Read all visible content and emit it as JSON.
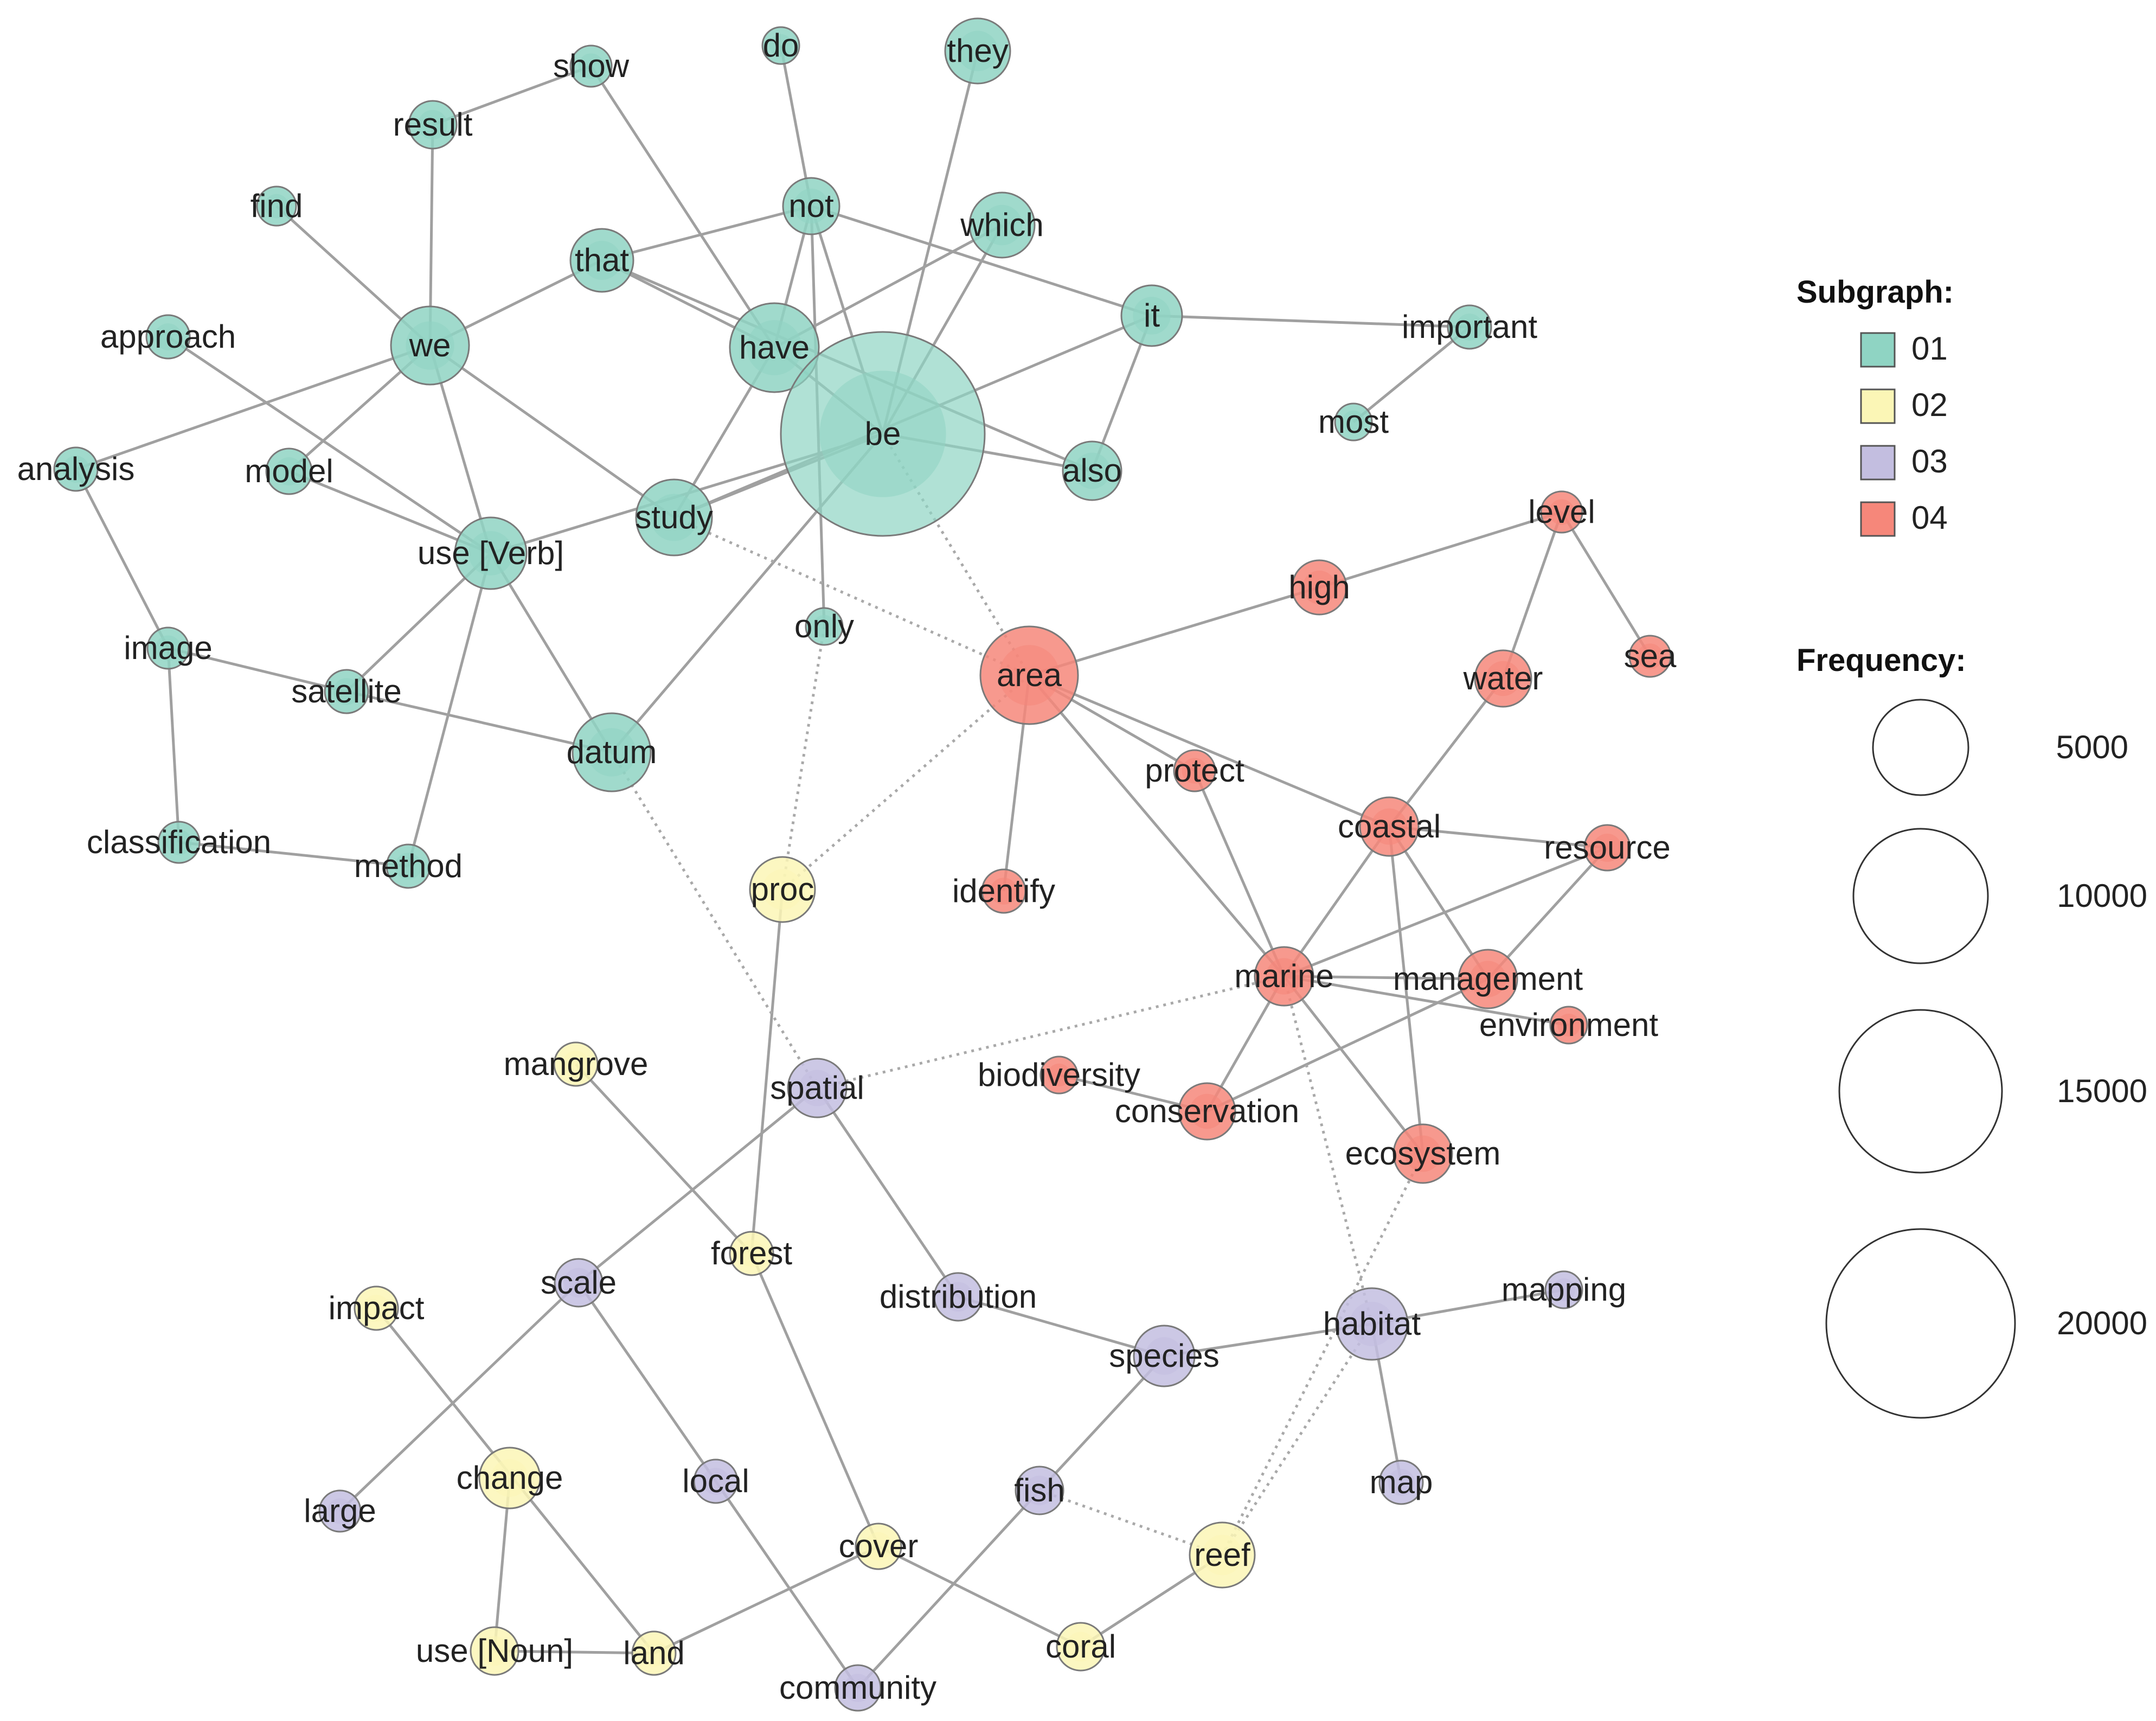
{
  "colors": {
    "01": "#8fd4c3",
    "02": "#fbf6b6",
    "03": "#c3bee0",
    "04": "#f6877a",
    "edge": "#a0a0a0",
    "edge_dotted": "#a9a9a9"
  },
  "nodes": [
    {
      "id": "do",
      "label": "do",
      "group": "01"
    },
    {
      "id": "show",
      "label": "show",
      "group": "01"
    },
    {
      "id": "they",
      "label": "they",
      "group": "01"
    },
    {
      "id": "result",
      "label": "result",
      "group": "01"
    },
    {
      "id": "find",
      "label": "find",
      "group": "01"
    },
    {
      "id": "not",
      "label": "not",
      "group": "01"
    },
    {
      "id": "which",
      "label": "which",
      "group": "01"
    },
    {
      "id": "that",
      "label": "that",
      "group": "01"
    },
    {
      "id": "it",
      "label": "it",
      "group": "01"
    },
    {
      "id": "important",
      "label": "important",
      "group": "01"
    },
    {
      "id": "approach",
      "label": "approach",
      "group": "01"
    },
    {
      "id": "we",
      "label": "we",
      "group": "01"
    },
    {
      "id": "have",
      "label": "have",
      "group": "01"
    },
    {
      "id": "most",
      "label": "most",
      "group": "01"
    },
    {
      "id": "be",
      "label": "be",
      "group": "01"
    },
    {
      "id": "analysis",
      "label": "analysis",
      "group": "01"
    },
    {
      "id": "model",
      "label": "model",
      "group": "01"
    },
    {
      "id": "also",
      "label": "also",
      "group": "01"
    },
    {
      "id": "study",
      "label": "study",
      "group": "01"
    },
    {
      "id": "useverb",
      "label": "use [Verb]",
      "group": "01"
    },
    {
      "id": "only",
      "label": "only",
      "group": "01"
    },
    {
      "id": "image",
      "label": "image",
      "group": "01"
    },
    {
      "id": "satellite",
      "label": "satellite",
      "group": "01"
    },
    {
      "id": "datum",
      "label": "datum",
      "group": "01"
    },
    {
      "id": "classification",
      "label": "classification",
      "group": "01"
    },
    {
      "id": "method",
      "label": "method",
      "group": "01"
    },
    {
      "id": "level",
      "label": "level",
      "group": "04"
    },
    {
      "id": "high",
      "label": "high",
      "group": "04"
    },
    {
      "id": "area",
      "label": "area",
      "group": "04"
    },
    {
      "id": "sea",
      "label": "sea",
      "group": "04"
    },
    {
      "id": "water",
      "label": "water",
      "group": "04"
    },
    {
      "id": "protect",
      "label": "protect",
      "group": "04"
    },
    {
      "id": "coastal",
      "label": "coastal",
      "group": "04"
    },
    {
      "id": "resource",
      "label": "resource",
      "group": "04"
    },
    {
      "id": "identify",
      "label": "identify",
      "group": "04"
    },
    {
      "id": "marine",
      "label": "marine",
      "group": "04"
    },
    {
      "id": "management",
      "label": "management",
      "group": "04"
    },
    {
      "id": "environment",
      "label": "environment",
      "group": "04"
    },
    {
      "id": "biodiversity",
      "label": "biodiversity",
      "group": "04"
    },
    {
      "id": "conservation",
      "label": "conservation",
      "group": "04"
    },
    {
      "id": "ecosystem",
      "label": "ecosystem",
      "group": "04"
    },
    {
      "id": "proc",
      "label": "proc",
      "group": "02"
    },
    {
      "id": "mangrove",
      "label": "mangrove",
      "group": "02"
    },
    {
      "id": "forest",
      "label": "forest",
      "group": "02"
    },
    {
      "id": "impact",
      "label": "impact",
      "group": "02"
    },
    {
      "id": "change",
      "label": "change",
      "group": "02"
    },
    {
      "id": "cover",
      "label": "cover",
      "group": "02"
    },
    {
      "id": "reef",
      "label": "reef",
      "group": "02"
    },
    {
      "id": "usenoun",
      "label": "use [Noun]",
      "group": "02"
    },
    {
      "id": "land",
      "label": "land",
      "group": "02"
    },
    {
      "id": "coral",
      "label": "coral",
      "group": "02"
    },
    {
      "id": "spatial",
      "label": "spatial",
      "group": "03"
    },
    {
      "id": "scale",
      "label": "scale",
      "group": "03"
    },
    {
      "id": "distribution",
      "label": "distribution",
      "group": "03"
    },
    {
      "id": "habitat",
      "label": "habitat",
      "group": "03"
    },
    {
      "id": "mapping",
      "label": "mapping",
      "group": "03"
    },
    {
      "id": "species",
      "label": "species",
      "group": "03"
    },
    {
      "id": "large",
      "label": "large",
      "group": "03"
    },
    {
      "id": "local",
      "label": "local",
      "group": "03"
    },
    {
      "id": "fish",
      "label": "fish",
      "group": "03"
    },
    {
      "id": "map",
      "label": "map",
      "group": "03"
    },
    {
      "id": "community",
      "label": "community",
      "group": "03"
    }
  ],
  "edges": [
    [
      "do",
      "not",
      false
    ],
    [
      "show",
      "result",
      false
    ],
    [
      "show",
      "have",
      false
    ],
    [
      "result",
      "we",
      false
    ],
    [
      "find",
      "we",
      false
    ],
    [
      "they",
      "be",
      false
    ],
    [
      "not",
      "that",
      false
    ],
    [
      "not",
      "have",
      false
    ],
    [
      "not",
      "it",
      false
    ],
    [
      "not",
      "be",
      false
    ],
    [
      "not",
      "only",
      false
    ],
    [
      "which",
      "have",
      false
    ],
    [
      "which",
      "be",
      false
    ],
    [
      "that",
      "we",
      false
    ],
    [
      "that",
      "have",
      false
    ],
    [
      "that",
      "also",
      false
    ],
    [
      "it",
      "important",
      false
    ],
    [
      "it",
      "also",
      false
    ],
    [
      "it",
      "study",
      false
    ],
    [
      "important",
      "most",
      false
    ],
    [
      "approach",
      "useverb",
      false
    ],
    [
      "we",
      "analysis",
      false
    ],
    [
      "we",
      "model",
      false
    ],
    [
      "we",
      "useverb",
      false
    ],
    [
      "we",
      "study",
      false
    ],
    [
      "have",
      "be",
      false
    ],
    [
      "have",
      "study",
      false
    ],
    [
      "be",
      "also",
      false
    ],
    [
      "be",
      "study",
      false
    ],
    [
      "be",
      "useverb",
      false
    ],
    [
      "be",
      "datum",
      false
    ],
    [
      "useverb",
      "model",
      false
    ],
    [
      "useverb",
      "satellite",
      false
    ],
    [
      "useverb",
      "datum",
      false
    ],
    [
      "useverb",
      "method",
      false
    ],
    [
      "analysis",
      "image",
      false
    ],
    [
      "image",
      "satellite",
      false
    ],
    [
      "image",
      "classification",
      false
    ],
    [
      "satellite",
      "datum",
      false
    ],
    [
      "classification",
      "method",
      false
    ],
    [
      "area",
      "high",
      false
    ],
    [
      "high",
      "level",
      false
    ],
    [
      "level",
      "water",
      false
    ],
    [
      "level",
      "sea",
      false
    ],
    [
      "water",
      "coastal",
      false
    ],
    [
      "area",
      "protect",
      false
    ],
    [
      "area",
      "coastal",
      false
    ],
    [
      "area",
      "identify",
      false
    ],
    [
      "area",
      "marine",
      false
    ],
    [
      "protect",
      "marine",
      false
    ],
    [
      "coastal",
      "resource",
      false
    ],
    [
      "coastal",
      "marine",
      false
    ],
    [
      "coastal",
      "management",
      false
    ],
    [
      "coastal",
      "ecosystem",
      false
    ],
    [
      "resource",
      "marine",
      false
    ],
    [
      "resource",
      "management",
      false
    ],
    [
      "marine",
      "management",
      false
    ],
    [
      "marine",
      "environment",
      false
    ],
    [
      "marine",
      "conservation",
      false
    ],
    [
      "marine",
      "ecosystem",
      false
    ],
    [
      "management",
      "conservation",
      false
    ],
    [
      "biodiversity",
      "conservation",
      false
    ],
    [
      "proc",
      "forest",
      false
    ],
    [
      "mangrove",
      "forest",
      false
    ],
    [
      "forest",
      "cover",
      false
    ],
    [
      "impact",
      "land",
      false
    ],
    [
      "change",
      "usenoun",
      false
    ],
    [
      "usenoun",
      "land",
      false
    ],
    [
      "land",
      "cover",
      false
    ],
    [
      "cover",
      "coral",
      false
    ],
    [
      "coral",
      "reef",
      false
    ],
    [
      "spatial",
      "scale",
      false
    ],
    [
      "spatial",
      "distribution",
      false
    ],
    [
      "scale",
      "large",
      false
    ],
    [
      "scale",
      "local",
      false
    ],
    [
      "local",
      "community",
      false
    ],
    [
      "distribution",
      "species",
      false
    ],
    [
      "species",
      "habitat",
      false
    ],
    [
      "habitat",
      "mapping",
      false
    ],
    [
      "habitat",
      "map",
      false
    ],
    [
      "species",
      "fish",
      false
    ],
    [
      "fish",
      "community",
      false
    ],
    [
      "study",
      "area",
      true
    ],
    [
      "be",
      "area",
      true
    ],
    [
      "only",
      "proc",
      true
    ],
    [
      "area",
      "proc",
      true
    ],
    [
      "datum",
      "spatial",
      true
    ],
    [
      "marine",
      "spatial",
      true
    ],
    [
      "marine",
      "habitat",
      true
    ],
    [
      "ecosystem",
      "reef",
      true
    ],
    [
      "habitat",
      "reef",
      true
    ],
    [
      "fish",
      "reef",
      true
    ]
  ],
  "legend": {
    "subgraph_title": "Subgraph:",
    "groups": [
      "01",
      "02",
      "03",
      "04"
    ],
    "frequency_title": "Frequency:",
    "frequencies": [
      "5000",
      "10000",
      "15000",
      "20000"
    ]
  }
}
